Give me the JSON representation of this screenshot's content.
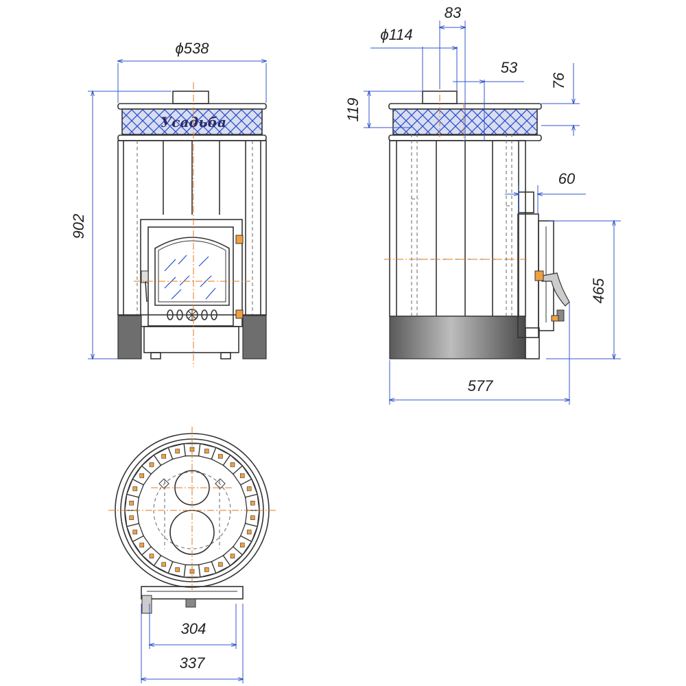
{
  "logo": {
    "text": "Усадьба"
  },
  "dimensions": {
    "front_width": "ϕ538",
    "front_height": "902",
    "chimney_diameter": "ϕ114",
    "chimney_offset": "83",
    "offset_53": "53",
    "top_height": "76",
    "mesh_height": "119",
    "side_60": "60",
    "door_height": "465",
    "side_depth": "577",
    "bottom_304": "304",
    "bottom_337": "337"
  },
  "colors": {
    "outline": "#333333",
    "dimension": "#3355cc",
    "centerline": "#e07a1a",
    "mesh": "#2a4fd0",
    "mesh_bg": "#d8ddf0",
    "base": "#6e6e6e",
    "accent": "#e07a1a"
  }
}
